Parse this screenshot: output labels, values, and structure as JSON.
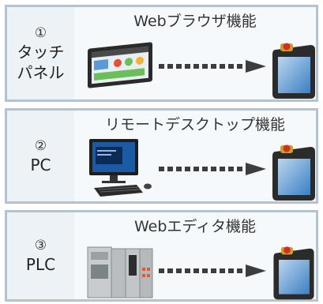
{
  "rows": [
    {
      "number": "①",
      "label_lines": [
        "タッチ",
        "パネル"
      ],
      "title": "Webブラウザ機能",
      "source_icon": "touch-panel-icon"
    },
    {
      "number": "②",
      "label_lines": [
        "PC"
      ],
      "title": "リモートデスクトップ機能",
      "source_icon": "pc-icon"
    },
    {
      "number": "③",
      "label_lines": [
        "PLC"
      ],
      "title": "Webエディタ機能",
      "source_icon": "plc-icon"
    }
  ],
  "target_icon": "teaching-pendant-icon",
  "colors": {
    "frame": "#b5c3cf",
    "arrow": "#3d3d3d",
    "screen": "#3b7fc4",
    "pendant_body": "#2b2b2b",
    "estop": "#d62b2b"
  }
}
